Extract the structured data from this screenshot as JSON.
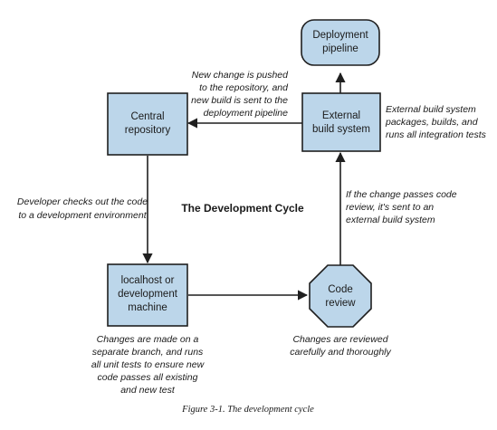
{
  "diagram": {
    "title": "The Development Cycle",
    "caption": "Figure 3-1. The development cycle",
    "nodes": {
      "deployment_pipeline": [
        "Deployment",
        "pipeline"
      ],
      "central_repository": [
        "Central",
        "repository"
      ],
      "external_build_system": [
        "External",
        "build system"
      ],
      "localhost": [
        "localhost or",
        "development",
        "machine"
      ],
      "code_review": [
        "Code",
        "review"
      ]
    },
    "notes": {
      "new_change_pushed": [
        "New change is pushed",
        "to the repository, and",
        "new build is sent to the",
        "deployment pipeline"
      ],
      "external_build_desc": [
        "External build system",
        "packages, builds, and",
        "runs all integration tests"
      ],
      "developer_checks_out": [
        "Developer checks out the code",
        "to a development environment"
      ],
      "change_passes_review": [
        "If the change passes code",
        "review, it's sent to an",
        "external build system"
      ],
      "changes_on_branch": [
        "Changes are made on a",
        "separate branch, and runs",
        "all unit tests to ensure new",
        "code passes all existing",
        "and new test"
      ],
      "changes_reviewed": [
        "Changes are reviewed",
        "carefully and thoroughly"
      ]
    },
    "colors": {
      "node_fill": "#bcd6ea",
      "node_stroke": "#1f1f1f",
      "arrow": "#1f1f1f"
    }
  }
}
